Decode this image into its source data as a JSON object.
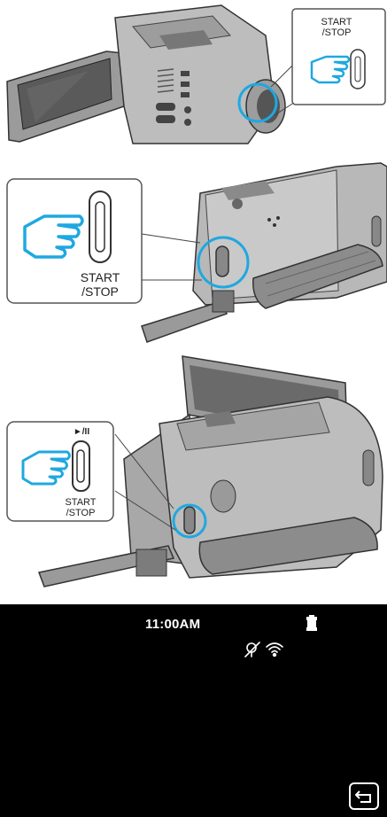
{
  "figure1": {
    "callout_label_line1": "START",
    "callout_label_line2": "/STOP"
  },
  "figure2": {
    "callout_label_line1": "START",
    "callout_label_line2": "/STOP"
  },
  "figure3": {
    "callout_top_label": "►/II",
    "callout_label_line1": "START",
    "callout_label_line2": "/STOP"
  },
  "screen": {
    "clock": "11:00AM",
    "icons": [
      "battery-icon",
      "gps-off-icon",
      "wifi-icon",
      "back-icon"
    ]
  }
}
